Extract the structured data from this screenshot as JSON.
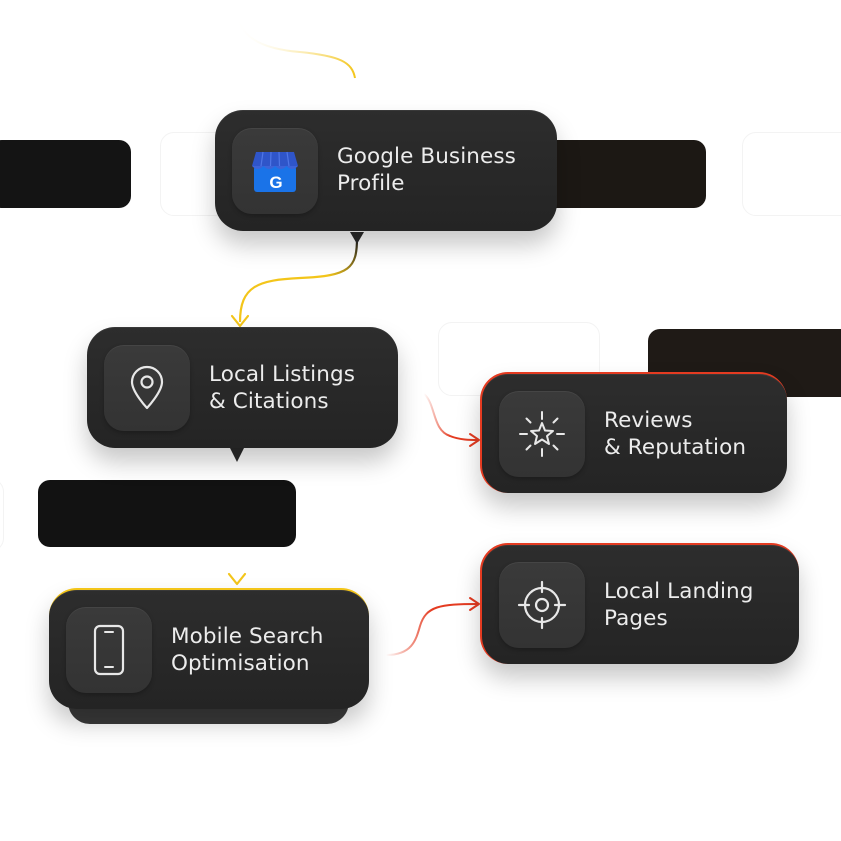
{
  "nodes": {
    "google_business_profile": {
      "line1": "Google Business",
      "line2": "Profile",
      "icon": "google-store-icon"
    },
    "local_listings": {
      "line1": "Local Listings",
      "line2": "& Citations",
      "icon": "map-pin-icon"
    },
    "reviews": {
      "line1": "Reviews",
      "line2": "& Reputation",
      "icon": "sparkle-star-icon"
    },
    "mobile_search": {
      "line1": "Mobile Search",
      "line2": "Optimisation",
      "icon": "smartphone-icon"
    },
    "landing_pages": {
      "line1": "Local Landing",
      "line2": "Pages",
      "icon": "crosshair-icon"
    }
  },
  "edges": [
    {
      "from": "google_business_profile",
      "to": "local_listings"
    },
    {
      "from": "local_listings",
      "to": "mobile_search"
    },
    {
      "from": "local_listings",
      "to": "reviews"
    },
    {
      "from": "mobile_search",
      "to": "landing_pages"
    }
  ],
  "colors": {
    "card": "#2a2a2a",
    "tile": "#373737",
    "text": "#ececec",
    "primary_flow": "#f3c51a",
    "secondary_flow": "#e43b21",
    "google_blue": "#1a73e8",
    "google_awning": "#2f55c9"
  }
}
